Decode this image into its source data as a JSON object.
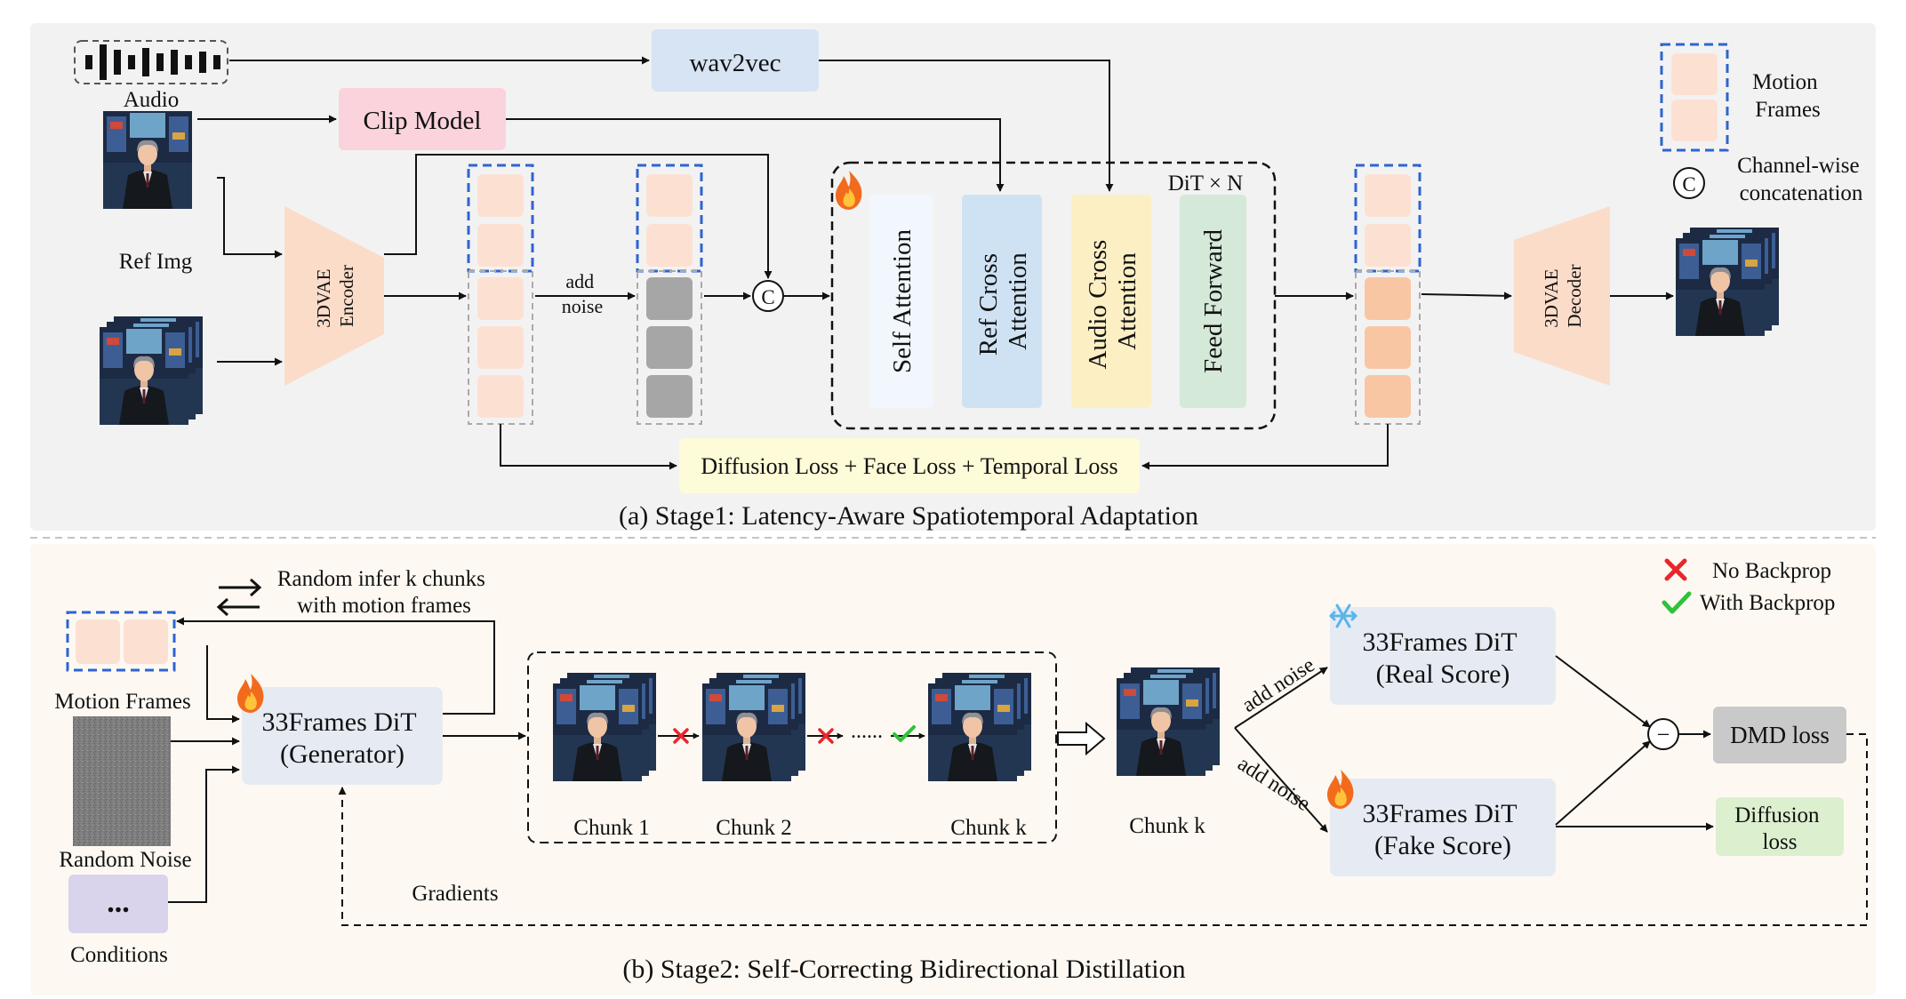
{
  "colors": {
    "stage1_bg": "#f2f2f2",
    "stage2_bg": "#fdf9f2",
    "wav2vec": "#d6e4f4",
    "clip": "#fad3dc",
    "vae": "#fbdcc9",
    "motion_frame": "#fce1d3",
    "noise_latent": "#a6a6a6",
    "output_latent": "#f9c6a4",
    "self_attention": "#f1f7fc",
    "ref_cross": "#cfe2f4",
    "audio_cross": "#fcefc4",
    "feed_forward": "#d5e9d9",
    "loss_box": "#fefbd8",
    "dit_box": "#e6ebf3",
    "dmd": "#c9c9c9",
    "diffusion_box": "#dcefcf",
    "dashed_blue": "#2e64d0",
    "cross_red": "#e8262d",
    "check_green": "#2fc23b"
  },
  "stage1": {
    "caption": "(a) Stage1: Latency-Aware Spatiotemporal Adaptation",
    "audio_label": "Audio",
    "wav2vec_label": "wav2vec",
    "clip_label": "Clip Model",
    "ref_img_label": "Ref Img",
    "encoder_label": [
      "3DVAE",
      "Encoder"
    ],
    "add_noise_label": [
      "add",
      "noise"
    ],
    "concat_symbol": "C",
    "dit_label": "DiT × N",
    "blocks": {
      "self_attention": [
        "Self Attention"
      ],
      "ref_cross_attention": [
        "Ref Cross",
        "Attention"
      ],
      "audio_cross_attention": [
        "Audio Cross",
        "Attention"
      ],
      "feed_forward": [
        "Feed Forward"
      ]
    },
    "decoder_label": [
      "3DVAE",
      "Decoder"
    ],
    "loss_label": "Diffusion Loss + Face Loss + Temporal Loss",
    "legend": {
      "motion_frames": [
        "Motion",
        "Frames"
      ],
      "concat": [
        "Channel-wise",
        "concatenation"
      ]
    }
  },
  "stage2": {
    "caption": "(b) Stage2: Self-Correcting Bidirectional Distillation",
    "random_infer_label": [
      "Random infer k chunks",
      "with motion frames"
    ],
    "motion_frames_label": "Motion Frames",
    "random_noise_label": "Random Noise",
    "conditions_symbol": "...",
    "conditions_label": "Conditions",
    "generator_label": [
      "33Frames DiT",
      "(Generator)"
    ],
    "chunk_labels": [
      "Chunk 1",
      "Chunk 2",
      "Chunk k"
    ],
    "chunk_ellipsis": "......",
    "chunk_k_label": "Chunk k",
    "add_noise_label": "add noise",
    "real_score_label": [
      "33Frames DiT",
      "(Real Score)"
    ],
    "fake_score_label": [
      "33Frames DiT",
      "(Fake Score)"
    ],
    "minus_symbol": "−",
    "dmd_label": "DMD loss",
    "diffusion_loss_label": [
      "Diffusion",
      "loss"
    ],
    "gradients_label": "Gradients",
    "legend": {
      "no_backprop": "No Backprop",
      "with_backprop": "With Backprop"
    }
  }
}
